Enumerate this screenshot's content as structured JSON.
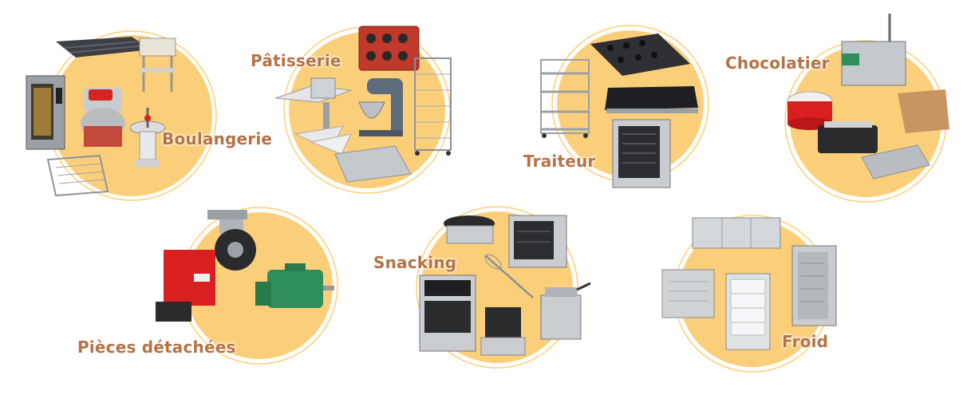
{
  "colors": {
    "label": "#b47245",
    "circle_fill": "#fbcf7a",
    "circle_ring": "#fbcf7a",
    "steel": "#c9ccd0",
    "steel_dark": "#8b9096",
    "black": "#2a2b2d",
    "red": "#d91f1f",
    "green": "#2f8f5b"
  },
  "categories": [
    {
      "label": "Boulangerie"
    },
    {
      "label": "Pâtisserie"
    },
    {
      "label": "Traiteur"
    },
    {
      "label": "Chocolatier"
    },
    {
      "label": "Pièces détachées"
    },
    {
      "label": "Snacking"
    },
    {
      "label": "Froid"
    }
  ]
}
